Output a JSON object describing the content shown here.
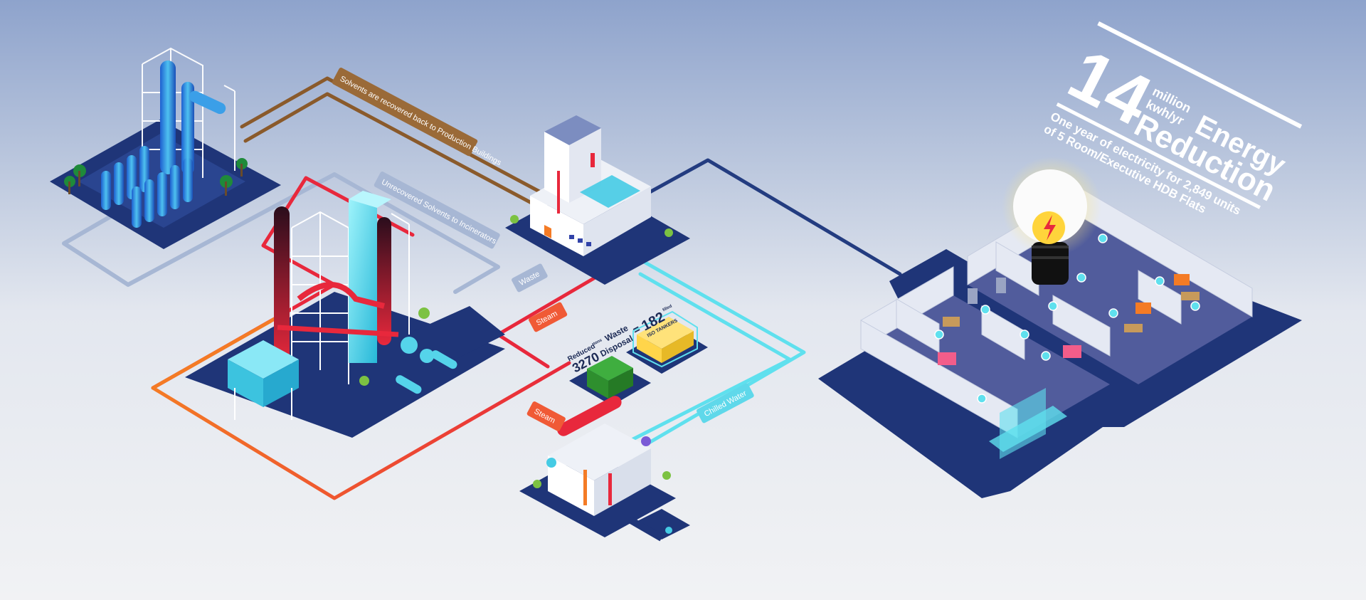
{
  "flow_labels": {
    "solvents_recovered": "Solvents are recovered back to Production Buildings",
    "unrecovered_solvents": "Unrecovered Solvents to Incinerators",
    "waste": "Waste",
    "steam_upper": "Steam",
    "steam_lower": "Steam",
    "chilled_water": "Chilled Water"
  },
  "waste_stat": {
    "reduced": "Reduced",
    "tons_unit": "tons",
    "waste": "Waste",
    "amount": "3270",
    "disposal": "Disposal",
    "equals": "=",
    "tankers": "182",
    "filled": "filled",
    "iso": "ISO TANKERS"
  },
  "energy_stat": {
    "number": "14",
    "unit_line1": "million",
    "unit_line2": "kwh/yr",
    "title_line1": "Energy",
    "title_line2": "Reduction",
    "sub_line1": "One year of electricity for 2,849 units",
    "sub_line2": "of 5 Room/Executive HDB Flats"
  },
  "colors": {
    "base_navy": "#1f3578",
    "solvent_brown": "#8a5a2b",
    "unrecovered_gray": "#a7b7d4",
    "steam_red": "#e8283c",
    "steam_orange": "#f47b25",
    "chilled_cyan": "#5fe0ee",
    "power_navy": "#233c80"
  },
  "icons": [
    "recovery-tower",
    "incinerator-plant",
    "central-building",
    "skip-bin",
    "iso-tanker",
    "chiller-unit",
    "hdb-flat-cutaway",
    "light-bulb-icon",
    "lightning-bolt-icon",
    "palm-tree-icon",
    "shrub-icon"
  ]
}
